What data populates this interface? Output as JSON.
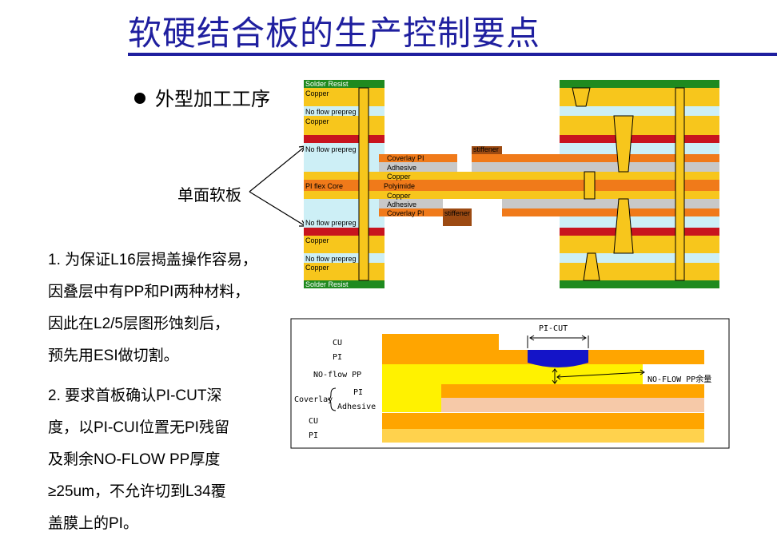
{
  "slide": {
    "title": "软硬结合板的生产控制要点",
    "bullet": "外型加工工序",
    "soft_board_label": "单面软板"
  },
  "stackup": {
    "left_labels": [
      "Solder Resist",
      "Copper",
      "No flow prepreg",
      "Copper",
      "No flow prepreg",
      "PI flex Core",
      "No flow prepreg",
      "Copper",
      "No flow prepreg",
      "Copper",
      "Solder Resist"
    ],
    "center_labels": [
      "Coverlay PI",
      "Adhesive",
      "Copper",
      "Polyimide",
      "Copper",
      "Adhesive",
      "Coverlay PI"
    ],
    "stiffener_labels": [
      "stiffener",
      "stiffener"
    ]
  },
  "picut_diagram": {
    "layer_labels": [
      "CU",
      "PI",
      "NO-flow PP",
      "Coverlay",
      "PI",
      "Adhesive",
      "CU",
      "PI"
    ],
    "callout_top": "PI-CUT",
    "callout_right": "NO-FLOW PP余量"
  },
  "notes": {
    "p1": [
      "1. 为保证L16层揭盖操作容易，",
      "因叠层中有PP和PI两种材料，",
      "因此在L2/5层图形蚀刻后，",
      "预先用ESI做切割。"
    ],
    "p2": [
      "2. 要求首板确认PI-CUT深",
      "度，以PI-CUI位置无PI残留",
      "及剩余NO-FLOW PP厚度",
      "≥25um，不允许切到L34覆",
      "盖膜上的PI。"
    ]
  },
  "colors": {
    "title": "#1f1f9f",
    "solder_resist": "#1f8a1f",
    "copper": "#f7c61c",
    "prepreg": "#cdeff6",
    "red_layer": "#c8141e",
    "coverlay": "#f07a1a",
    "adhesive": "#c8c8c8",
    "stiffener": "#9c4a12",
    "pi_cut_blue": "#1414c8",
    "pp_yellow": "#fff200",
    "adhesive_pink": "#f6c9a8",
    "orange": "#ffa500"
  }
}
